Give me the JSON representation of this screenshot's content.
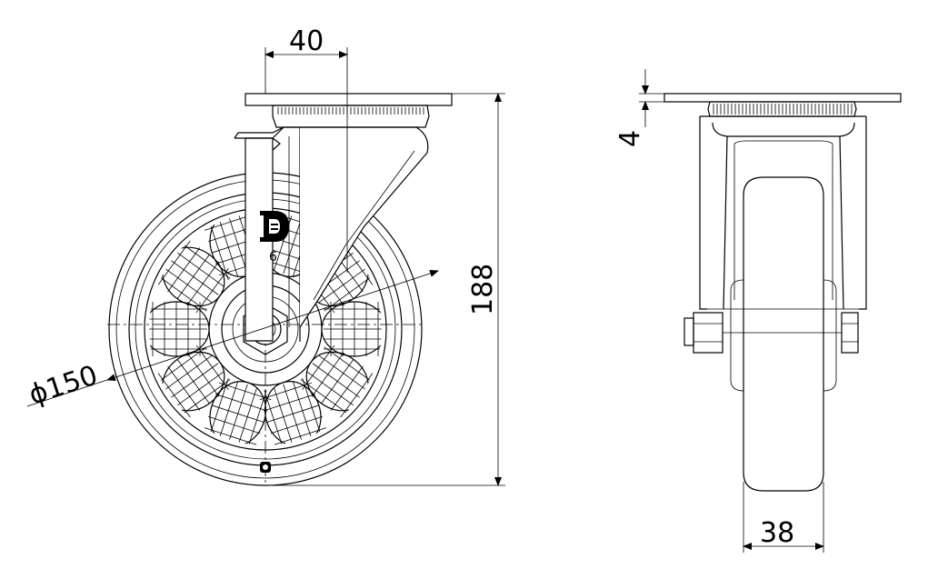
{
  "dimensions": {
    "top_width": "40",
    "height": "188",
    "diameter": "ϕ150",
    "plate_thickness": "4",
    "wheel_width": "38"
  },
  "marks": {
    "brand_letter": "D",
    "brand_inner": "B",
    "size_digit": "6"
  },
  "icons": {
    "logo": "brand-logo-icon"
  }
}
